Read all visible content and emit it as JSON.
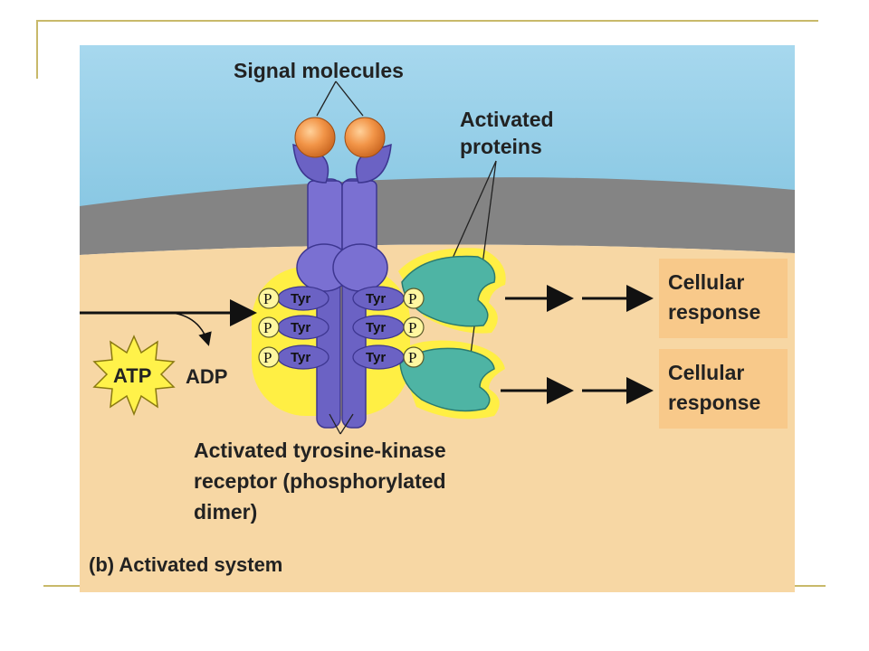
{
  "figure": {
    "label_signal_molecules": "Signal molecules",
    "label_activated_proteins_1": "Activated",
    "label_activated_proteins_2": "proteins",
    "label_receptor_1": "Activated tyrosine-kinase",
    "label_receptor_2": "receptor (phosphorylated",
    "label_receptor_3": "dimer)",
    "label_atp": "ATP",
    "label_adp": "ADP",
    "tyr_label": "Tyr",
    "phosphate_label": "P",
    "responses": [
      {
        "line1": "Cellular",
        "line2": "response"
      },
      {
        "line1": "Cellular",
        "line2": "response"
      }
    ],
    "caption": "(b) Activated system"
  },
  "colors": {
    "extracellular": "#8ecbe4",
    "membrane": "#848484",
    "cytoplasm": "#f7d7a4",
    "receptor": "#6b62c4",
    "signal_molecule": "#f29548",
    "protein": "#4eb4a4",
    "highlight": "#fff23a",
    "response_box": "#f8c98a"
  }
}
